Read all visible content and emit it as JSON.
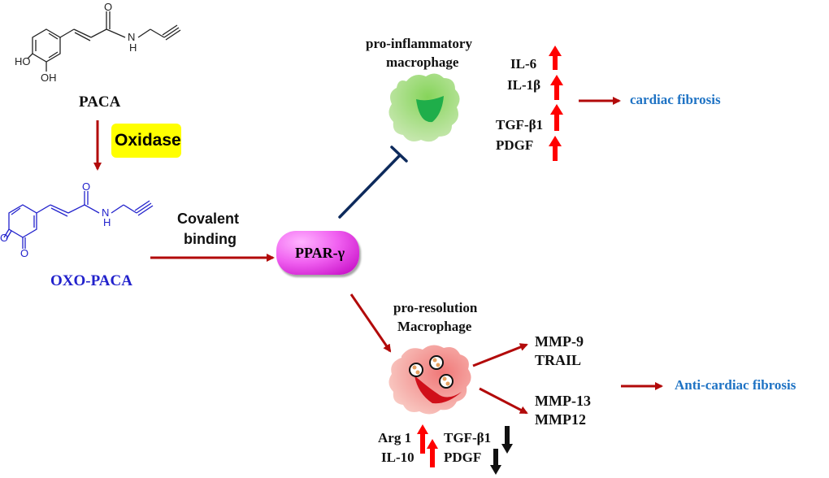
{
  "title": "PACA mechanism via PPAR-γ and macrophage polarization",
  "compounds": {
    "paca": {
      "name": "PACA",
      "atoms": {
        "ho1": "HO",
        "oh2": "OH",
        "o": "O",
        "n": "N",
        "h": "H"
      }
    },
    "oxo_paca": {
      "name": "OXO-PACA",
      "atoms": {
        "o1": "O",
        "o2": "O",
        "o": "O",
        "n": "N",
        "h": "H"
      }
    }
  },
  "enzyme": {
    "label": "Oxidase"
  },
  "step": {
    "line1": "Covalent",
    "line2": "binding"
  },
  "receptor": {
    "label": "PPAR-γ"
  },
  "pro_inflammatory": {
    "title_line1": "pro-inflammatory",
    "title_line2": "macrophage",
    "markers": [
      {
        "label": "IL-6",
        "direction": "up"
      },
      {
        "label": "IL-1β",
        "direction": "up"
      },
      {
        "label": "TGF-β1",
        "direction": "up"
      },
      {
        "label": "PDGF",
        "direction": "up"
      }
    ],
    "outcome": "cardiac fibrosis"
  },
  "pro_resolution": {
    "title_line1": "pro-resolution",
    "title_line2": "Macrophage",
    "up_markers": [
      {
        "label": "Arg 1",
        "direction": "up"
      },
      {
        "label": "IL-10",
        "direction": "up"
      }
    ],
    "down_markers": [
      {
        "label": "TGF-β1",
        "direction": "down"
      },
      {
        "label": "PDGF",
        "direction": "down"
      }
    ],
    "products_a": [
      "MMP-9",
      "TRAIL"
    ],
    "products_b": [
      "MMP-13",
      "MMP12"
    ],
    "outcome": "Anti-cardiac fibrosis"
  },
  "colors": {
    "arrow_dark_red": "#b20a0a",
    "arrow_red": "#ff0000",
    "inhibit_navy": "#0d2a5c",
    "oxo_blue": "#2222cc",
    "outcome_blue": "#1f73c4",
    "oxidase_yellow": "#ffff00",
    "ppar_magenta": "#e040e0",
    "pro_inflam_green": "#8fd16a",
    "pro_res_pink": "#f0a0a0"
  }
}
